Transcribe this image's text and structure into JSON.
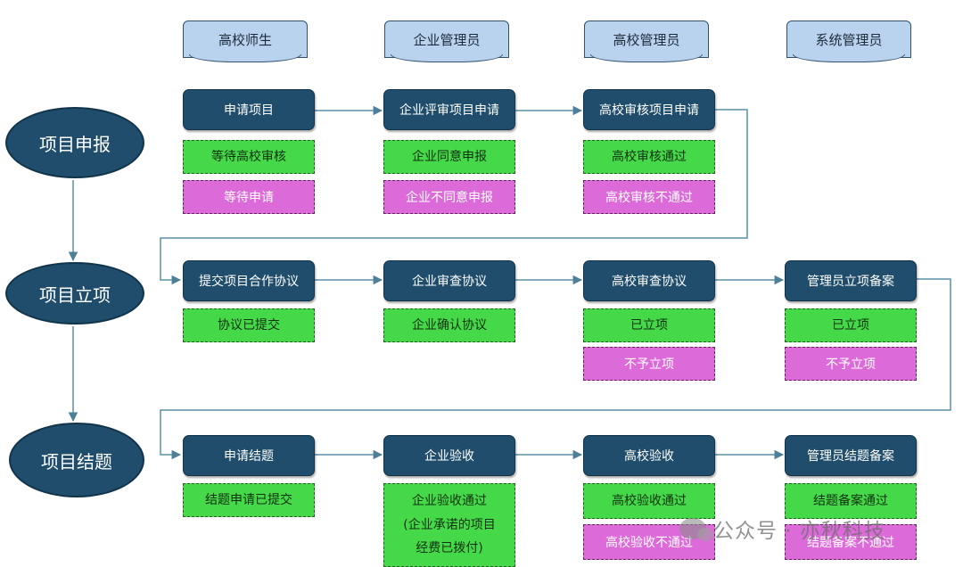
{
  "roles": [
    "高校师生",
    "企业管理员",
    "高校管理员",
    "系统管理员"
  ],
  "phases": [
    "项目申报",
    "项目立项",
    "项目结题"
  ],
  "row1": {
    "p1": "申请项目",
    "g1": "等待高校审核",
    "k1": "等待申请",
    "p2": "企业评审项目申请",
    "g2": "企业同意申报",
    "k2": "企业不同意申报",
    "p3": "高校审核项目申请",
    "g3": "高校审核通过",
    "k3": "高校审核不通过"
  },
  "row2": {
    "p1": "提交项目合作协议",
    "g1": "协议已提交",
    "p2": "企业审查协议",
    "g2": "企业确认协议",
    "p3": "高校审查协议",
    "g3": "已立项",
    "k3": "不予立项",
    "p4": "管理员立项备案",
    "g4": "已立项",
    "k4": "不予立项"
  },
  "row3": {
    "p1": "申请结题",
    "g1": "结题申请已提交",
    "p2": "企业验收",
    "g2_l1": "企业验收通过",
    "g2_l2": "(企业承诺的项目",
    "g2_l3": "经费已拨付)",
    "p3": "高校验收",
    "g3": "高校验收通过",
    "k3": "高校验收不通过",
    "p4": "管理员结题备案",
    "g4": "结题备案通过",
    "k4": "结题备案不通过"
  },
  "watermark": "公众号 · 亦秋科技",
  "colors": {
    "process": "#1f4d6b",
    "approve": "#45d94a",
    "reject": "#dc6ad8",
    "role": "#b9d3ef",
    "connector": "#5a8fa8"
  }
}
